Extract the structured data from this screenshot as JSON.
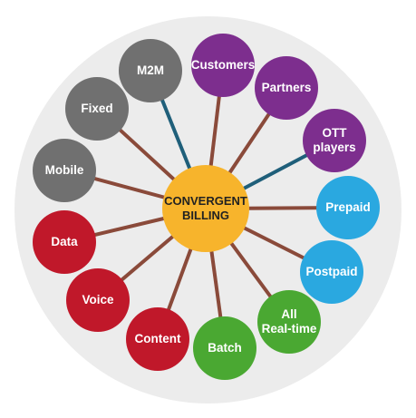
{
  "colors": {
    "background": "#ececec",
    "connector": "#8a4a3a",
    "connector_accent": "#1f5f7a",
    "center": "#f7b42c",
    "gray": "#707070",
    "purple": "#7d2e8e",
    "blue": "#2aa8e0",
    "green": "#4aa832",
    "red": "#c0182a"
  },
  "center": {
    "line1": "CONVERGENT",
    "line2": "BILLING"
  },
  "nodes": [
    {
      "key": "m2m",
      "label": "M2M",
      "color": "gray",
      "connector": "accent"
    },
    {
      "key": "customers",
      "label": "Customers",
      "color": "purple",
      "connector": "normal"
    },
    {
      "key": "partners",
      "label": "Partners",
      "color": "purple",
      "connector": "normal"
    },
    {
      "key": "ott-players",
      "label": "OTT\nplayers",
      "color": "purple",
      "connector": "accent"
    },
    {
      "key": "prepaid",
      "label": "Prepaid",
      "color": "blue",
      "connector": "normal"
    },
    {
      "key": "postpaid",
      "label": "Postpaid",
      "color": "blue",
      "connector": "normal"
    },
    {
      "key": "all-real-time",
      "label": "All\nReal-time",
      "color": "green",
      "connector": "normal"
    },
    {
      "key": "batch",
      "label": "Batch",
      "color": "green",
      "connector": "normal"
    },
    {
      "key": "content",
      "label": "Content",
      "color": "red",
      "connector": "normal"
    },
    {
      "key": "voice",
      "label": "Voice",
      "color": "red",
      "connector": "normal"
    },
    {
      "key": "data",
      "label": "Data",
      "color": "red",
      "connector": "normal"
    },
    {
      "key": "mobile",
      "label": "Mobile",
      "color": "gray",
      "connector": "normal"
    },
    {
      "key": "fixed",
      "label": "Fixed",
      "color": "gray",
      "connector": "normal"
    }
  ]
}
